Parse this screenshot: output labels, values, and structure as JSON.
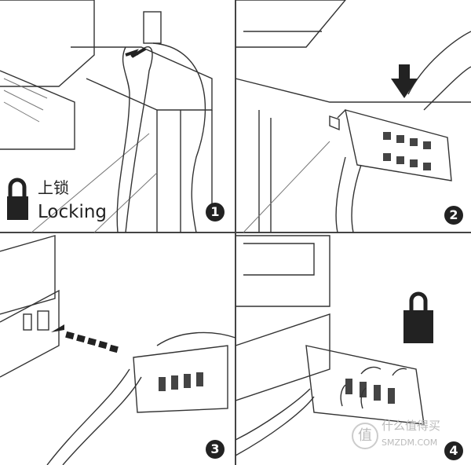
{
  "title": "Combination cable lock installation steps",
  "legend": {
    "label_cn": "上锁",
    "label_en": "Locking"
  },
  "steps": [
    "1",
    "2",
    "3",
    "4"
  ],
  "watermark": {
    "seal": "值",
    "name_cn": "什么值得买",
    "name_en": "SMZDM.COM"
  },
  "colors": {
    "line": "#333333",
    "fill": "#222222",
    "background": "#ffffff"
  }
}
